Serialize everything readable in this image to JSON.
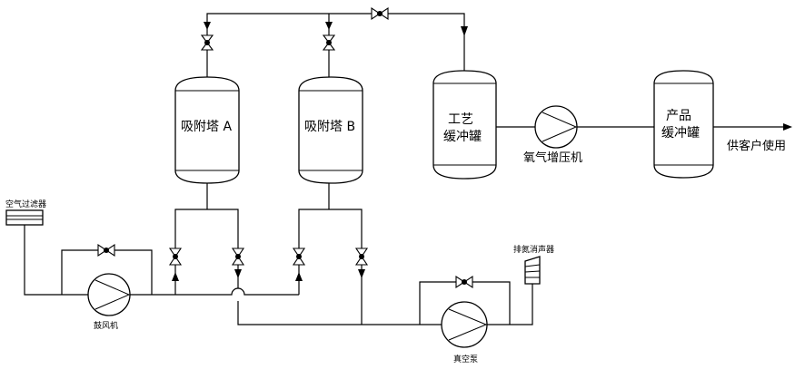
{
  "labels": {
    "tower_a": "吸附塔  A",
    "tower_b": "吸附塔  B",
    "process_buffer_line1": "工艺",
    "process_buffer_line2": "缓冲罐",
    "product_buffer_line1": "产品",
    "product_buffer_line2": "缓冲罐",
    "oxygen_booster": "氧气增压机",
    "to_customer": "供客户使用",
    "air_filter": "空气过滤器",
    "blower": "鼓风机",
    "vacuum_pump": "真空泵",
    "nitrogen_silencer": "排氮消声器"
  },
  "icons": {
    "valve": "gate-valve-icon",
    "pump": "centrifugal-pump-icon",
    "filter": "air-filter-icon",
    "silencer": "silencer-icon"
  }
}
